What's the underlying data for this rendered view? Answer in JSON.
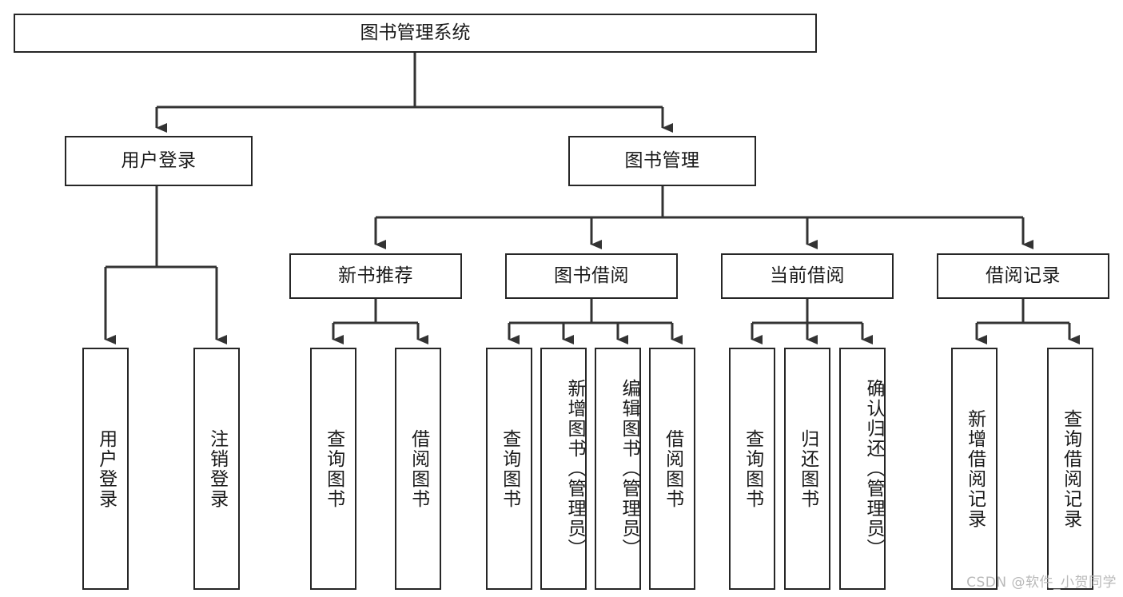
{
  "diagram": {
    "type": "tree-hierarchy",
    "title": "图书管理系统",
    "orientation": "top-down",
    "background_color": "#ffffff",
    "box_border_color": "#262626",
    "box_fill_color": "#ffffff",
    "connector_color": "#333333",
    "root": {
      "id": "root",
      "label": "图书管理系统",
      "text_direction": "horizontal"
    },
    "level2": [
      {
        "id": "user-login",
        "label": "用户登录",
        "text_direction": "horizontal"
      },
      {
        "id": "book-management",
        "label": "图书管理",
        "text_direction": "horizontal"
      }
    ],
    "level3": [
      {
        "id": "new-book-recommend",
        "label": "新书推荐",
        "text_direction": "horizontal",
        "parent": "book-management"
      },
      {
        "id": "book-borrow",
        "label": "图书借阅",
        "text_direction": "horizontal",
        "parent": "book-management"
      },
      {
        "id": "current-borrow",
        "label": "当前借阅",
        "text_direction": "horizontal",
        "parent": "book-management"
      },
      {
        "id": "borrow-record",
        "label": "借阅记录",
        "text_direction": "horizontal",
        "parent": "book-management"
      }
    ],
    "leaves": [
      {
        "id": "leaf-user-login",
        "label": "用户登录",
        "text_direction": "vertical",
        "parent": "user-login"
      },
      {
        "id": "leaf-user-logout",
        "label": "注销登录",
        "text_direction": "vertical",
        "parent": "user-login"
      },
      {
        "id": "leaf-query-book-recommend",
        "label": "查询图书",
        "text_direction": "vertical",
        "parent": "new-book-recommend"
      },
      {
        "id": "leaf-borrow-book-recommend",
        "label": "借阅图书",
        "text_direction": "vertical",
        "parent": "new-book-recommend"
      },
      {
        "id": "leaf-query-book-borrow",
        "label": "查询图书",
        "text_direction": "vertical",
        "parent": "book-borrow"
      },
      {
        "id": "leaf-add-book",
        "label": "新增图书（管理员）",
        "text_direction": "vertical",
        "parent": "book-borrow"
      },
      {
        "id": "leaf-edit-book",
        "label": "编辑图书（管理员）",
        "text_direction": "vertical",
        "parent": "book-borrow"
      },
      {
        "id": "leaf-borrow-book",
        "label": "借阅图书",
        "text_direction": "vertical",
        "parent": "book-borrow"
      },
      {
        "id": "leaf-query-book-current",
        "label": "查询图书",
        "text_direction": "vertical",
        "parent": "current-borrow"
      },
      {
        "id": "leaf-return-book",
        "label": "归还图书",
        "text_direction": "vertical",
        "parent": "current-borrow"
      },
      {
        "id": "leaf-confirm-return",
        "label": "确认归还（管理员）",
        "text_direction": "vertical",
        "parent": "current-borrow"
      },
      {
        "id": "leaf-add-borrow-record",
        "label": "新增借阅记录",
        "text_direction": "vertical",
        "parent": "borrow-record"
      },
      {
        "id": "leaf-query-borrow-record",
        "label": "查询借阅记录",
        "text_direction": "vertical",
        "parent": "borrow-record"
      }
    ]
  },
  "watermark": {
    "text": "CSDN @软件_小贺同学",
    "color": "#b9b9b9"
  }
}
